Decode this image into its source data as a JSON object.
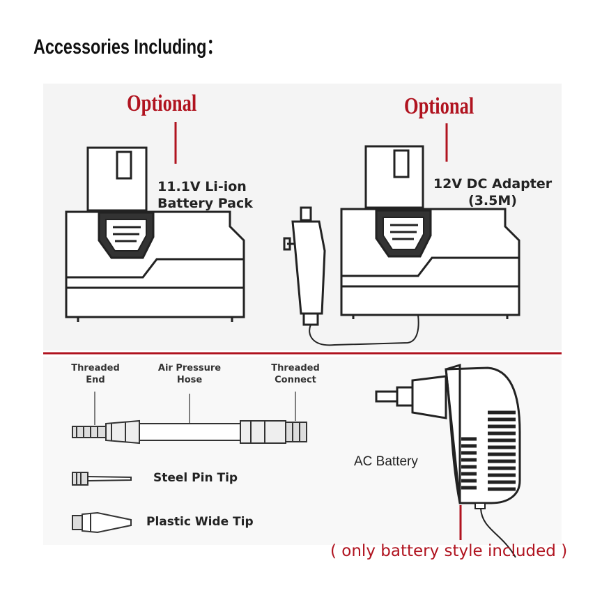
{
  "title": "Accessories Including：",
  "top_panel": {
    "left": {
      "optional_label": "Optional",
      "name_line1": "11.1V Li-ion",
      "name_line2": "Battery Pack"
    },
    "right": {
      "optional_label": "Optional",
      "name_line1": "12V DC Adapter",
      "name_line2": "(3.5M)"
    }
  },
  "hose": {
    "threaded_end_line1": "Threaded",
    "threaded_end_line2": "End",
    "air_hose_line1": "Air Pressure",
    "air_hose_line2": "Hose",
    "threaded_connect_line1": "Threaded",
    "threaded_connect_line2": "Connect",
    "steel_pin_tip": "Steel Pin Tip",
    "plastic_wide_tip": "Plastic Wide Tip"
  },
  "ac": {
    "label": "AC Battery",
    "note": "( only battery style included )"
  },
  "colors": {
    "accent_red": "#b0131f",
    "panel_bg": "#f4f4f4",
    "line_art": "#222222"
  }
}
